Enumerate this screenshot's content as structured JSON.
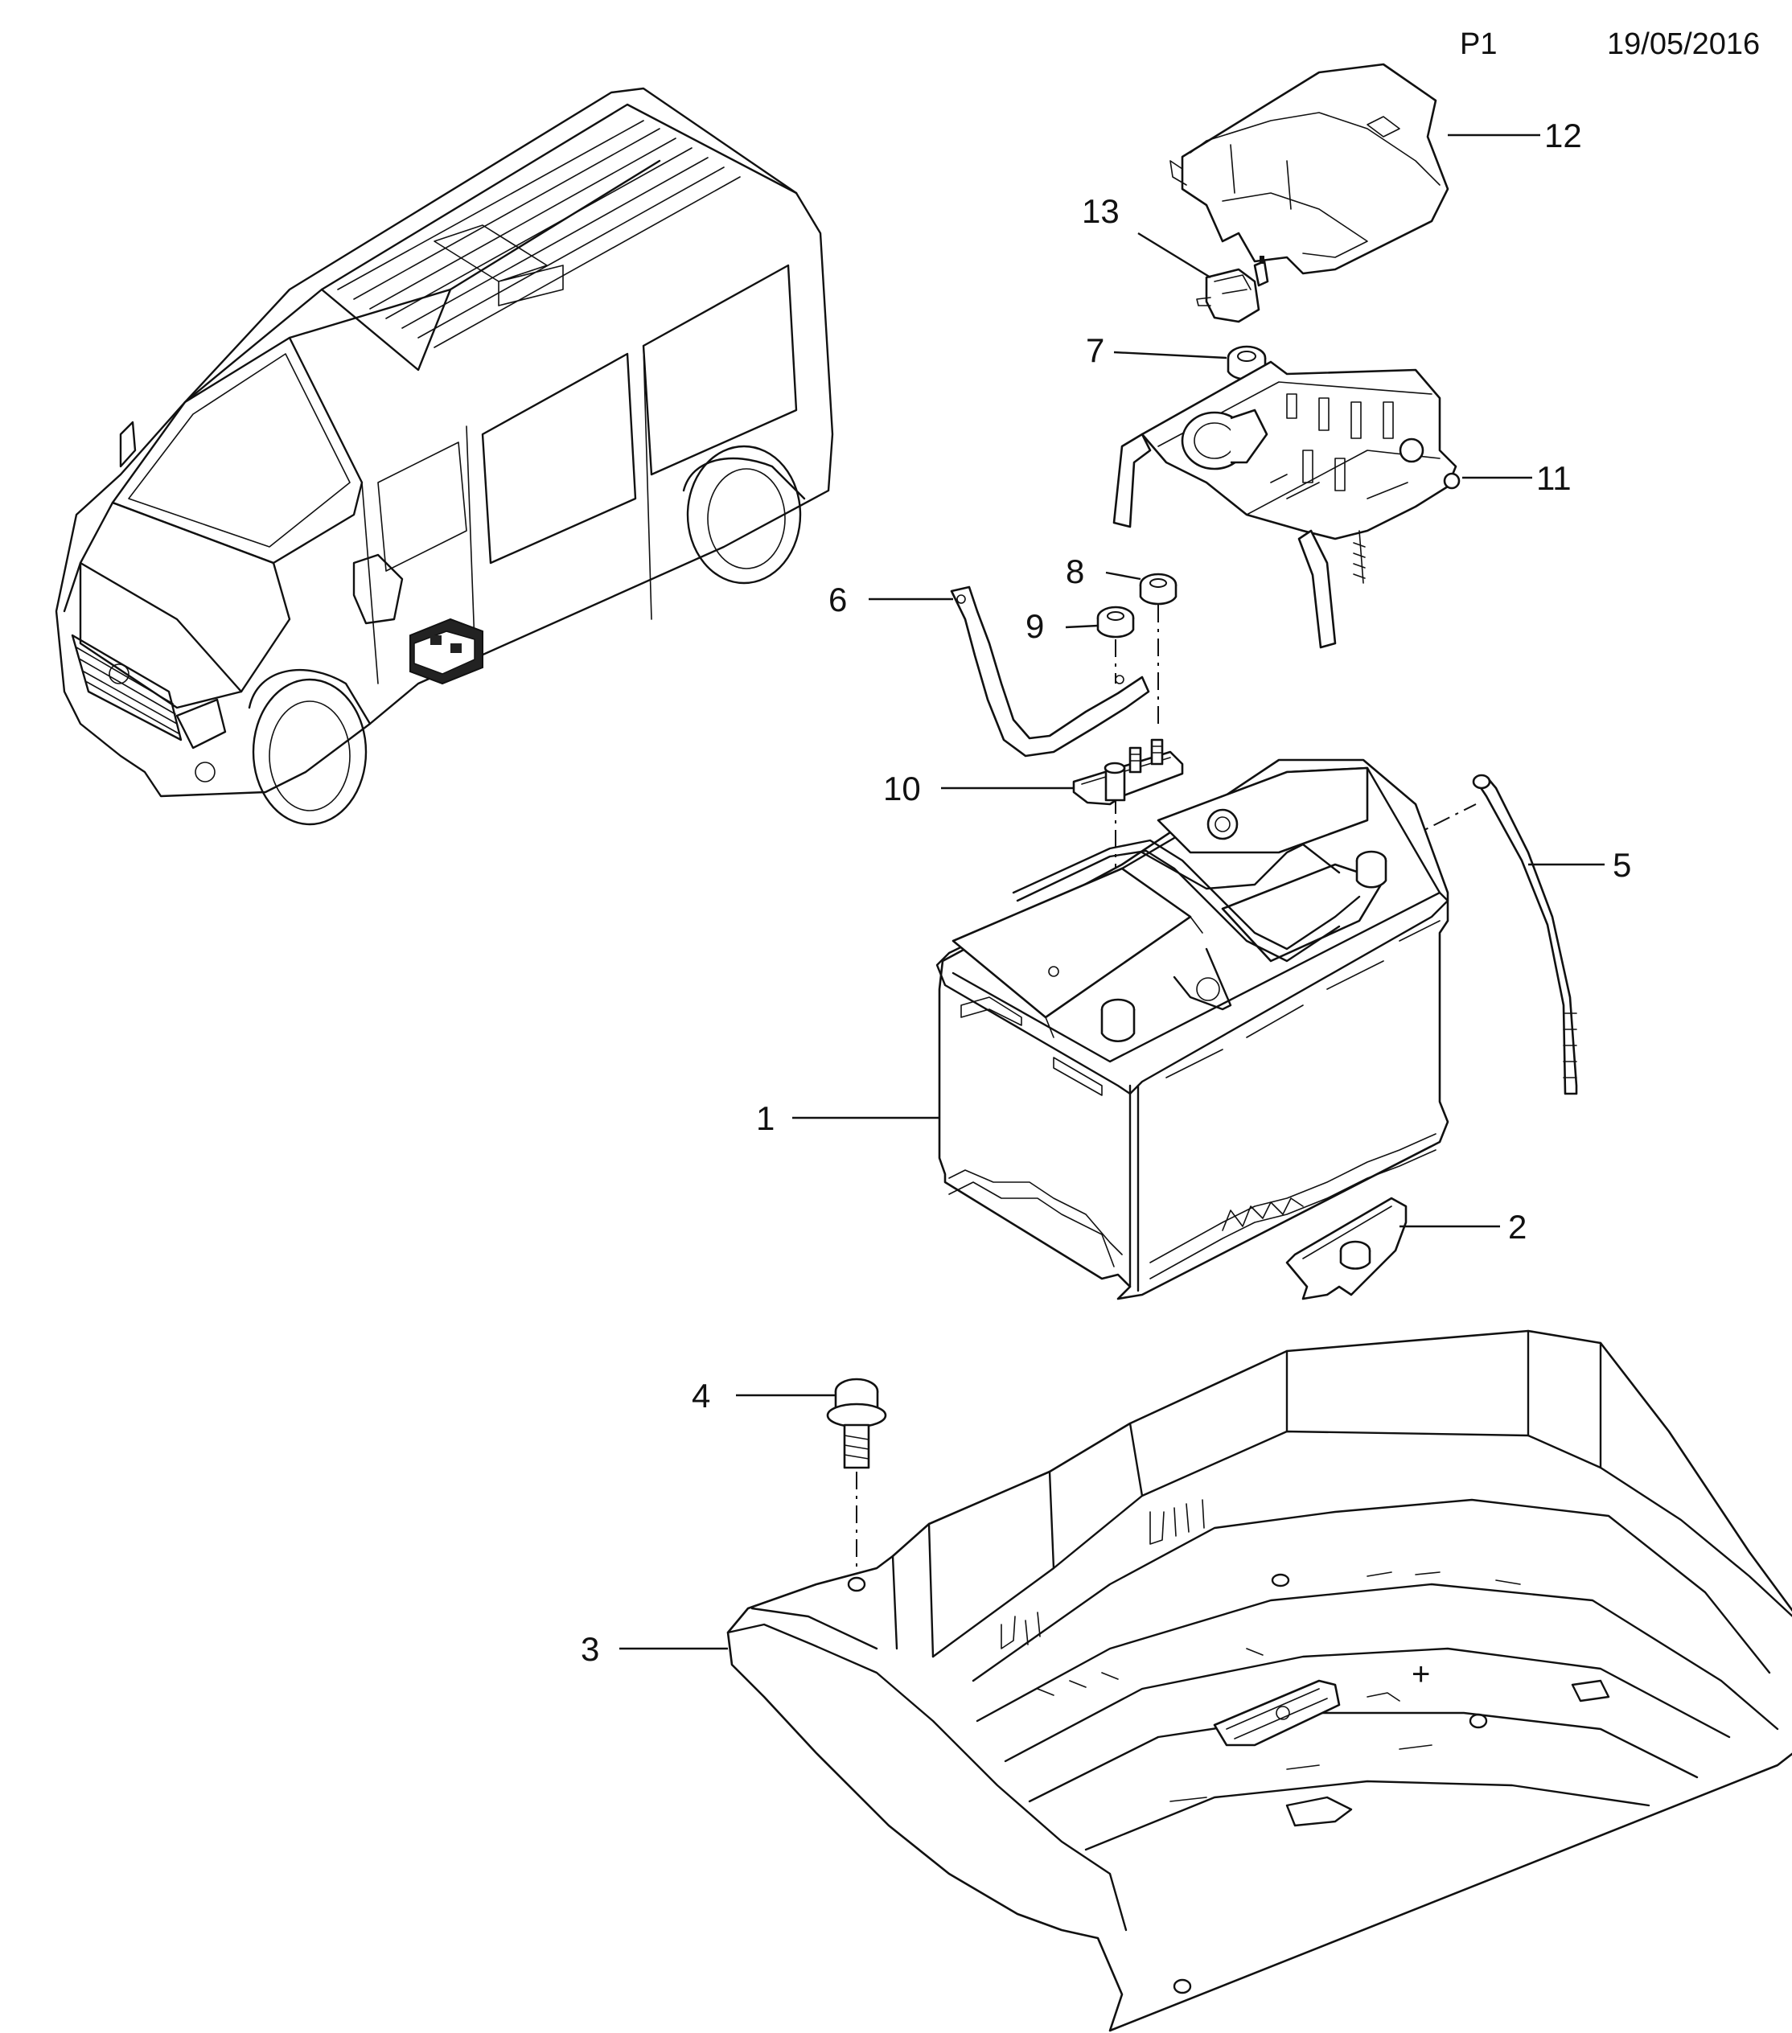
{
  "header": {
    "page_label": "P1",
    "date": "19/05/2016"
  },
  "callouts": [
    {
      "id": "1",
      "label": "1"
    },
    {
      "id": "2",
      "label": "2"
    },
    {
      "id": "3",
      "label": "3"
    },
    {
      "id": "4",
      "label": "4"
    },
    {
      "id": "5",
      "label": "5"
    },
    {
      "id": "6",
      "label": "6"
    },
    {
      "id": "7",
      "label": "7"
    },
    {
      "id": "8",
      "label": "8"
    },
    {
      "id": "9",
      "label": "9"
    },
    {
      "id": "10",
      "label": "10"
    },
    {
      "id": "11",
      "label": "11"
    },
    {
      "id": "12",
      "label": "12"
    },
    {
      "id": "13",
      "label": "13"
    }
  ],
  "tray_marking": "+"
}
